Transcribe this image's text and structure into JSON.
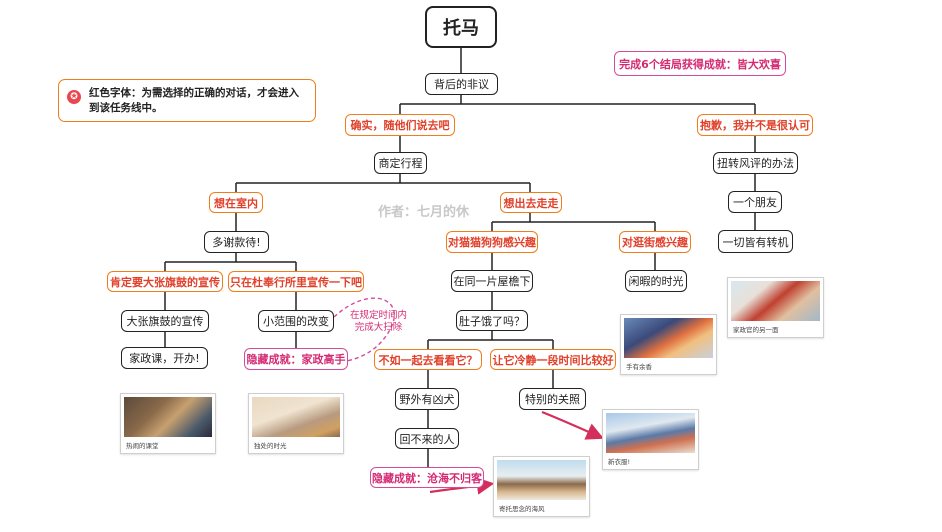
{
  "title": "托马",
  "top_badge": "完成6个结局获得成就：皆大欢喜",
  "note": {
    "icon": "star-icon",
    "text": "红色字体：为需选择的正确的对话，才会进入到该任务线中。"
  },
  "credit": "作者：七月的休",
  "nodes": {
    "n1": "背后的非议",
    "c_left": "确实，随他们说去吧",
    "c_right": "抱歉，我并不是很认可",
    "n2": "商定行程",
    "r1": "扭转风评的办法",
    "r2": "一个朋友",
    "r3": "一切皆有转机",
    "c_stay": "想在室内",
    "c_out": "想出去走走",
    "s1": "多谢款待!",
    "c_flag": "肯定要大张旗鼓的宣传",
    "c_shop": "只在杜奉行所里宣传一下吧",
    "f1": "大张旗鼓的宣传",
    "f2": "家政课，开办!",
    "p1": "小范围的改变",
    "hint": "在规定时间内\n完成大扫除",
    "hidden1": "隐藏成就：家政高手",
    "c_cat": "对猫猫狗狗感兴趣",
    "c_street": "对逛街感兴趣",
    "o1": "在同一片屋檐下",
    "o2": "肚子饿了吗？",
    "st1": "闲暇的时光",
    "c_go": "不如一起去看看它？",
    "c_cool": "让它冷静一段时间比较好",
    "g1": "野外有凶犬",
    "g2": "回不来的人",
    "hidden2": "隐藏成就：沧海不归客",
    "k1": "特别的关照"
  },
  "endings": {
    "e1": "热闹的课堂",
    "e2": "独处的时光",
    "e3": "手有余香",
    "e4": "家政官的另一面",
    "e5": "新衣服!",
    "e6": "寄托思念的海风"
  },
  "colors": {
    "choice_border": "#f07d1a",
    "choice_text": "#e1402a",
    "hidden_border": "#d44a9d",
    "hidden_text": "#d42a72",
    "arrow": "#d42f5a"
  }
}
